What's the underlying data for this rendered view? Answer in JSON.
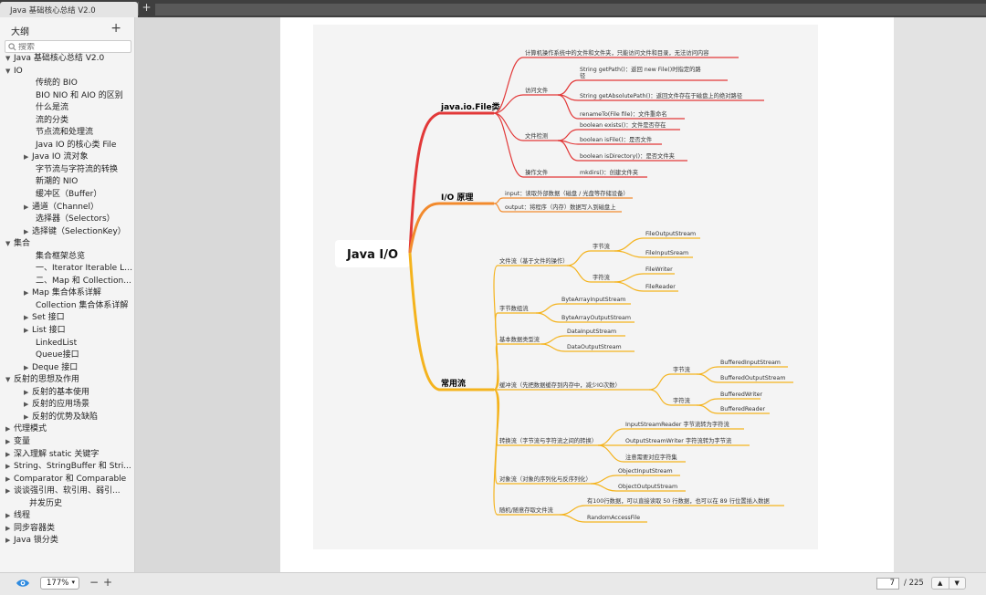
{
  "tab": {
    "title": "Java 基础核心总结 V2.0",
    "add": "+"
  },
  "sidebar": {
    "title": "大纲",
    "add": "+",
    "search_placeholder": "搜索",
    "root": "Java 基础核心总结 V2.0",
    "items": [
      {
        "label": "IO",
        "level": 0,
        "tri": "▼"
      },
      {
        "label": "传统的 BIO",
        "level": 1,
        "tri": ""
      },
      {
        "label": "BIO NIO 和 AIO 的区别",
        "level": 1,
        "tri": ""
      },
      {
        "label": "什么是流",
        "level": 1,
        "tri": ""
      },
      {
        "label": "流的分类",
        "level": 1,
        "tri": ""
      },
      {
        "label": "节点流和处理流",
        "level": 1,
        "tri": ""
      },
      {
        "label": "Java IO 的核心类 File",
        "level": 1,
        "tri": ""
      },
      {
        "label": "Java IO 流对象",
        "level": 1,
        "tri": "▶"
      },
      {
        "label": "字节流与字符流的转换",
        "level": 1,
        "tri": ""
      },
      {
        "label": "新潮的 NIO",
        "level": 1,
        "tri": ""
      },
      {
        "label": "缓冲区（Buffer）",
        "level": 1,
        "tri": ""
      },
      {
        "label": "通道（Channel）",
        "level": 1,
        "tri": "▶"
      },
      {
        "label": "选择器（Selectors）",
        "level": 1,
        "tri": ""
      },
      {
        "label": "选择键（SelectionKey）",
        "level": 1,
        "tri": "▶"
      },
      {
        "label": "集合",
        "level": 0,
        "tri": "▼"
      },
      {
        "label": "集合框架总览",
        "level": 1,
        "tri": ""
      },
      {
        "label": "一、Iterator Iterable Lis...",
        "level": 1,
        "tri": ""
      },
      {
        "label": "二、Map 和 Collection...",
        "level": 1,
        "tri": ""
      },
      {
        "label": "Map 集合体系详解",
        "level": 1,
        "tri": "▶"
      },
      {
        "label": "Collection 集合体系详解",
        "level": 1,
        "tri": ""
      },
      {
        "label": "Set 接口",
        "level": 1,
        "tri": "▶"
      },
      {
        "label": "List 接口",
        "level": 1,
        "tri": "▶"
      },
      {
        "label": "LinkedList",
        "level": 1,
        "tri": ""
      },
      {
        "label": "Queue接口",
        "level": 1,
        "tri": ""
      },
      {
        "label": "Deque 接口",
        "level": 1,
        "tri": "▶"
      },
      {
        "label": "反射的思想及作用",
        "level": 0,
        "tri": "▼"
      },
      {
        "label": "反射的基本使用",
        "level": 1,
        "tri": "▶"
      },
      {
        "label": "反射的应用场景",
        "level": 1,
        "tri": "▶"
      },
      {
        "label": "反射的优势及缺陷",
        "level": 1,
        "tri": "▶"
      },
      {
        "label": "代理模式",
        "level": 0,
        "tri": "▶"
      },
      {
        "label": "变量",
        "level": 0,
        "tri": "▶"
      },
      {
        "label": "深入理解 static 关键字",
        "level": 0,
        "tri": "▶"
      },
      {
        "label": "String、StringBuffer 和 Stri...",
        "level": 0,
        "tri": "▶"
      },
      {
        "label": "Comparator 和 Comparable",
        "level": 0,
        "tri": "▶"
      },
      {
        "label": "谈谈强引用、软引用、弱引...",
        "level": 0,
        "tri": "▶"
      },
      {
        "label": "并发历史",
        "level": 0,
        "tri": ""
      },
      {
        "label": "线程",
        "level": 0,
        "tri": "▶"
      },
      {
        "label": "同步容器类",
        "level": 0,
        "tri": "▶"
      },
      {
        "label": "Java 锁分类",
        "level": 0,
        "tri": "▶"
      }
    ]
  },
  "toolbar": {
    "view_icon": "eye-icon",
    "zoom": "177%",
    "zoom_out": "−",
    "zoom_in": "+",
    "page_current": "7",
    "page_total": "/ 225",
    "prev": "▲",
    "next": "▼"
  },
  "mindmap": {
    "root": "Java I/O",
    "colors": {
      "red": "#e23838",
      "orange": "#f28a2d",
      "yellow": "#f4b31d"
    },
    "b1": {
      "label": "java.io.File类",
      "l1": "计算机操作系统中的文件和文件夹，只能访问文件和目录，无法访问内容",
      "access": "访问文件",
      "a1a": "String getPath()：返回 new File()时指定的路",
      "a1b": "径",
      "a2": "String getAbsolutePath()：返回文件存在于磁盘上的绝对路径",
      "a3": "renameTo(File file)：文件重命名",
      "check": "文件检测",
      "c1": "boolean exists()：文件是否存在",
      "c2": "boolean isFile()：是否文件",
      "c3": "boolean isDirectory()：是否文件夹",
      "op": "操作文件",
      "o1": "mkdirs()：创建文件夹"
    },
    "b2": {
      "label": "I/O 原理",
      "in": "input：读取外部数据（磁盘 / 光盘等存储设备）",
      "out": "output：将程序（内存）数据写入到磁盘上"
    },
    "b3": {
      "label": "常用流",
      "file": "文件流（基于文件的操作）",
      "byte": "字节流",
      "fos": "FileOutputStream",
      "fis": "FileInputSream",
      "char": "字符流",
      "fw": "FileWriter",
      "fr": "FileReader",
      "bytearray": "字节数组流",
      "bais": "ByteArrayInputStream",
      "baos": "ByteArrayOutputStream",
      "basic": "基本数据类型流",
      "dis": "DataInputStream",
      "dos": "DataOutputStream",
      "buffer": "缓冲流（先把数据缓存到内存中，减少IO次数）",
      "bbyte": "字节流",
      "bis": "BufferedInputStream",
      "bos": "BufferedOutputStream",
      "bchar": "字符流",
      "bw": "BufferedWriter",
      "br": "BufferedReader",
      "convert": "转换流（字节流与字符流之间的转换）",
      "isr": "InputStreamReader 字节流转为字符流",
      "osw": "OutputStreamWriter 字符流转为字节流",
      "charset": "注意需要对应字符集",
      "object": "对象流（对象的序列化与反序列化）",
      "ois": "ObjectInputStream",
      "oos": "ObjectOutputStream",
      "random": "随机/随意存取文件流",
      "r1": "有100行数据，可以直接读取 50 行数据，也可以在 89 行位置插入数据",
      "raf": "RandomAccessFile"
    }
  }
}
